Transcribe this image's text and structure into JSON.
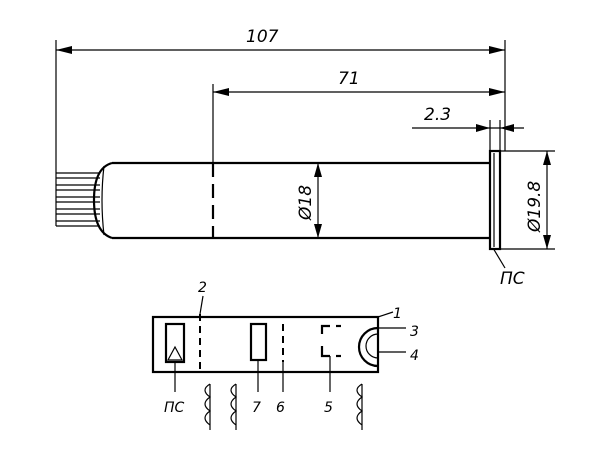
{
  "dimensions": {
    "overall_length": "107",
    "length_71": "71",
    "flange_thickness": "2.3",
    "body_diameter": "Ø18",
    "flange_diameter": "Ø19.8",
    "reference_surface": "ПС"
  },
  "schematic": {
    "callouts": {
      "n1": "1",
      "n2": "2",
      "n3": "3",
      "n4": "4",
      "n5": "5",
      "n6": "6",
      "n7": "7",
      "ps": "ПС"
    }
  }
}
